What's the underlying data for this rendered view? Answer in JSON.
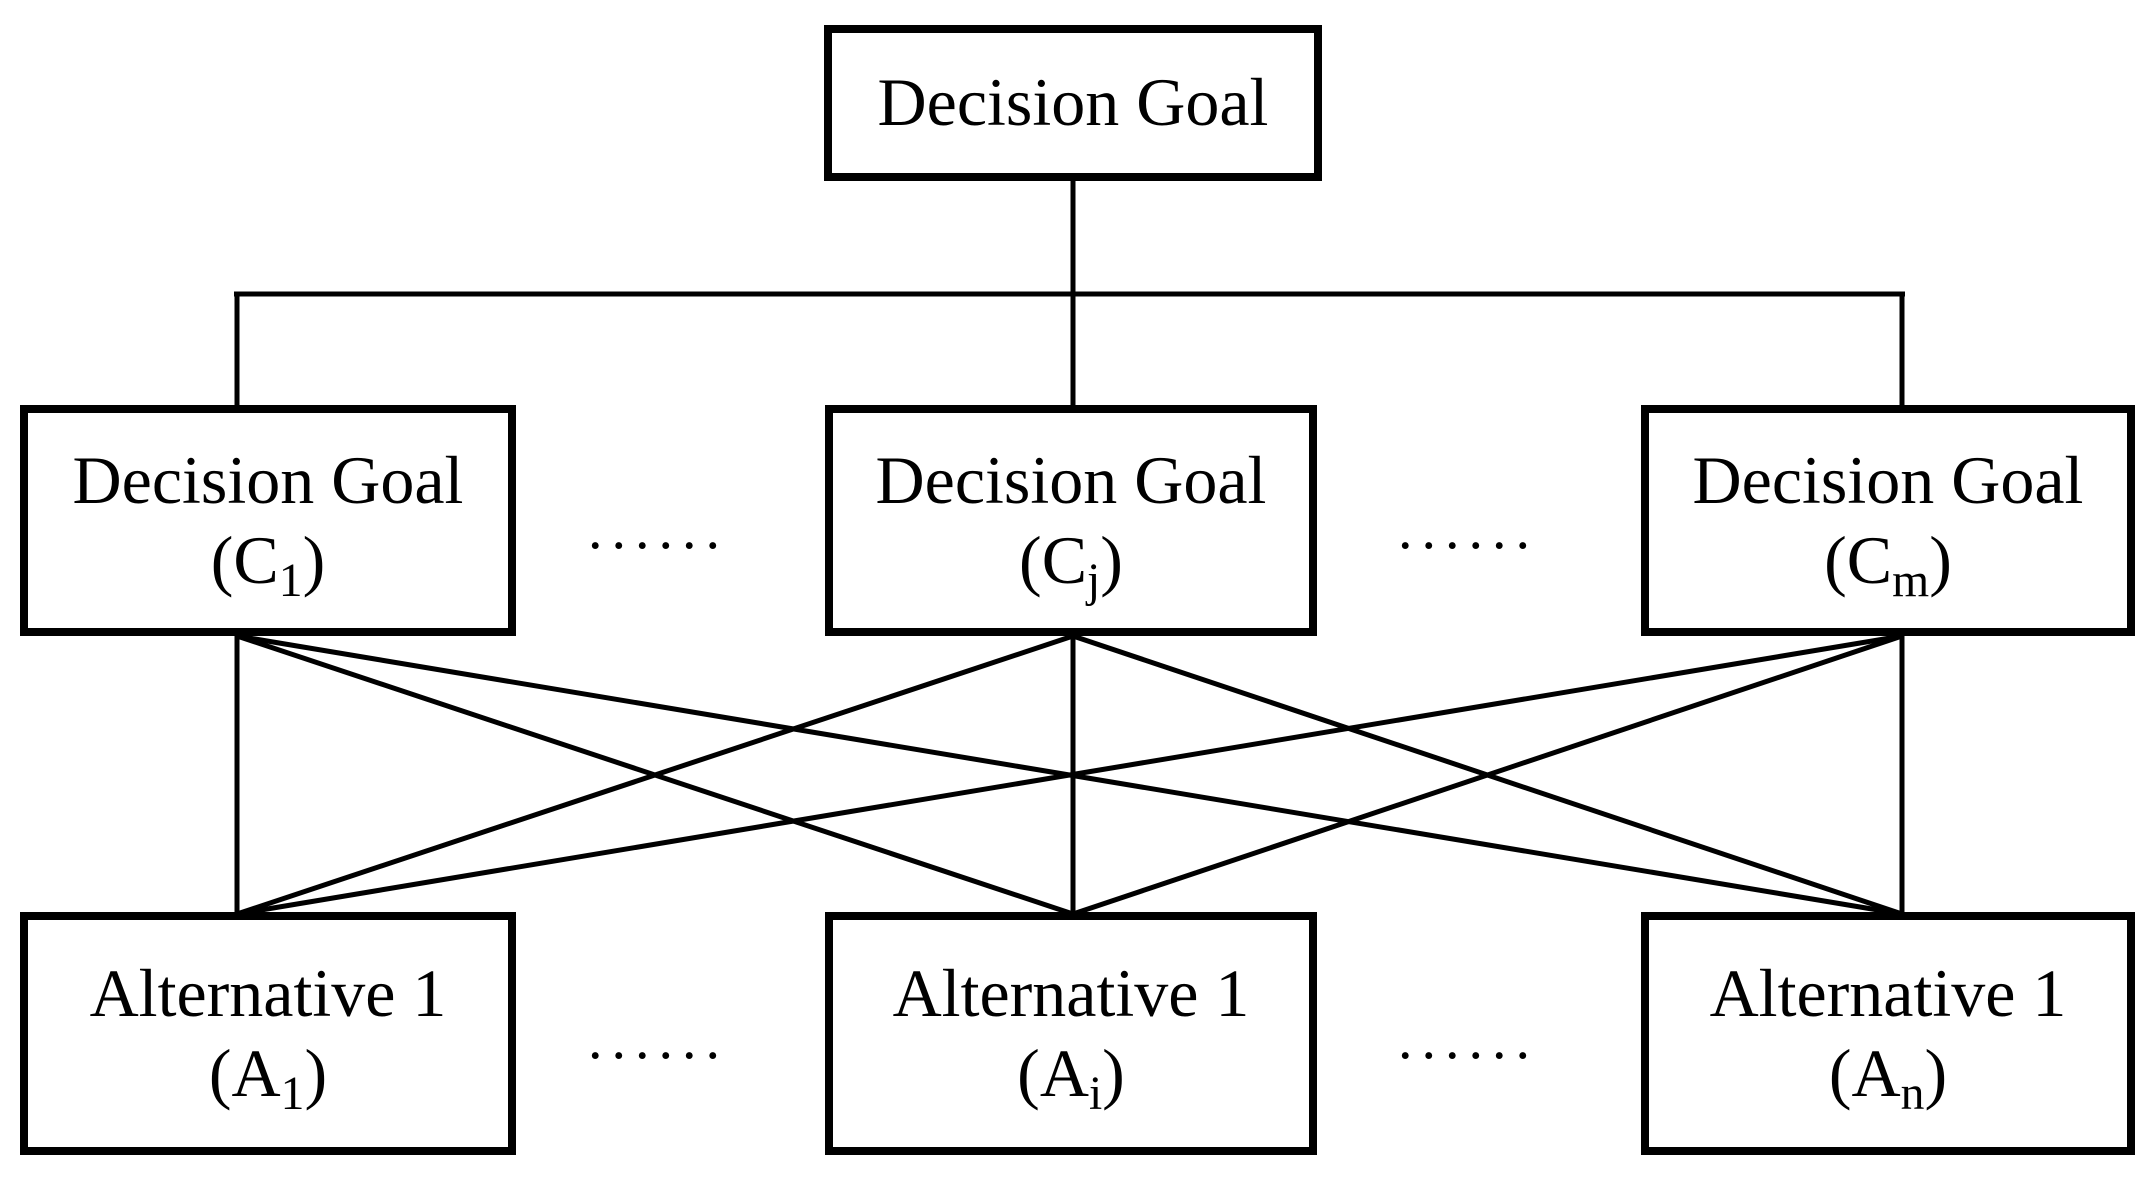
{
  "figure": {
    "title_semantics": "AHP decision hierarchy diagram",
    "colors": {
      "ink": "#000000",
      "paper": "#ffffff"
    },
    "goal": {
      "id": "goal",
      "label": "Decision Goal"
    },
    "criteria": [
      {
        "id": "c1",
        "line1": "Decision Goal",
        "paren_pre": "(C",
        "sub": "1",
        "paren_post": ")"
      },
      {
        "id": "cj",
        "line1": "Decision Goal",
        "paren_pre": "(C",
        "sub": "j",
        "paren_post": ")"
      },
      {
        "id": "cm",
        "line1": "Decision Goal",
        "paren_pre": "(C",
        "sub": "m",
        "paren_post": ")"
      }
    ],
    "alternatives": [
      {
        "id": "a1",
        "line1": "Alternative 1",
        "paren_pre": "(A",
        "sub": "1",
        "paren_post": ")"
      },
      {
        "id": "ai",
        "line1": "Alternative 1",
        "paren_pre": "(A",
        "sub": "i",
        "paren_post": ")"
      },
      {
        "id": "an",
        "line1": "Alternative 1",
        "paren_pre": "(A",
        "sub": "n",
        "paren_post": ")"
      }
    ],
    "ellipsis": "......",
    "edges": {
      "goal_to_criteria": [
        "goal-c1",
        "goal-cj",
        "goal-cm"
      ],
      "criteria_to_alternatives": [
        "c1-a1",
        "c1-ai",
        "c1-an",
        "cj-a1",
        "cj-ai",
        "cj-an",
        "cm-a1",
        "cm-ai",
        "cm-an"
      ]
    }
  }
}
